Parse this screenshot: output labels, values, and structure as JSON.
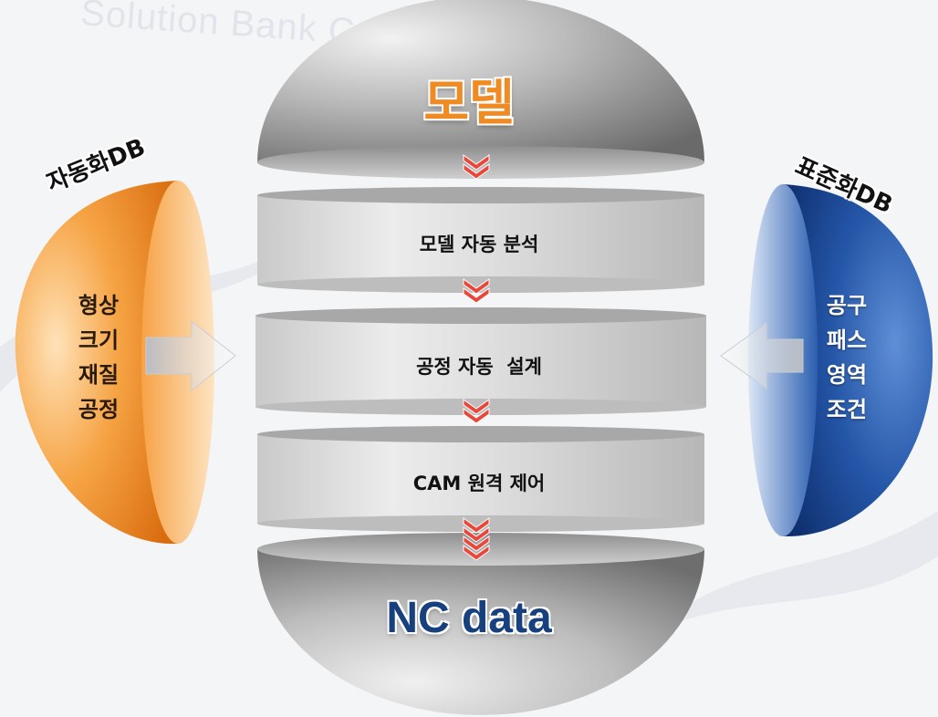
{
  "watermark": "Solution Bank Co",
  "top_sphere": {
    "label": "모델",
    "color": "#f08a22"
  },
  "steps": [
    {
      "label": "모델 자동 분석"
    },
    {
      "label": "공정 자동  설계"
    },
    {
      "label": "CAM 원격 제어"
    }
  ],
  "bottom_sphere": {
    "label": "NC data",
    "color": "#17407e"
  },
  "left_db": {
    "title": "자동화DB",
    "items": [
      "형상",
      "크기",
      "재질",
      "공정"
    ],
    "color": "#f08a22"
  },
  "right_db": {
    "title": "표준화DB",
    "items": [
      "공구",
      "패스",
      "영역",
      "조건"
    ],
    "color": "#1c4f9c"
  },
  "arrow_color": "#e8473a"
}
